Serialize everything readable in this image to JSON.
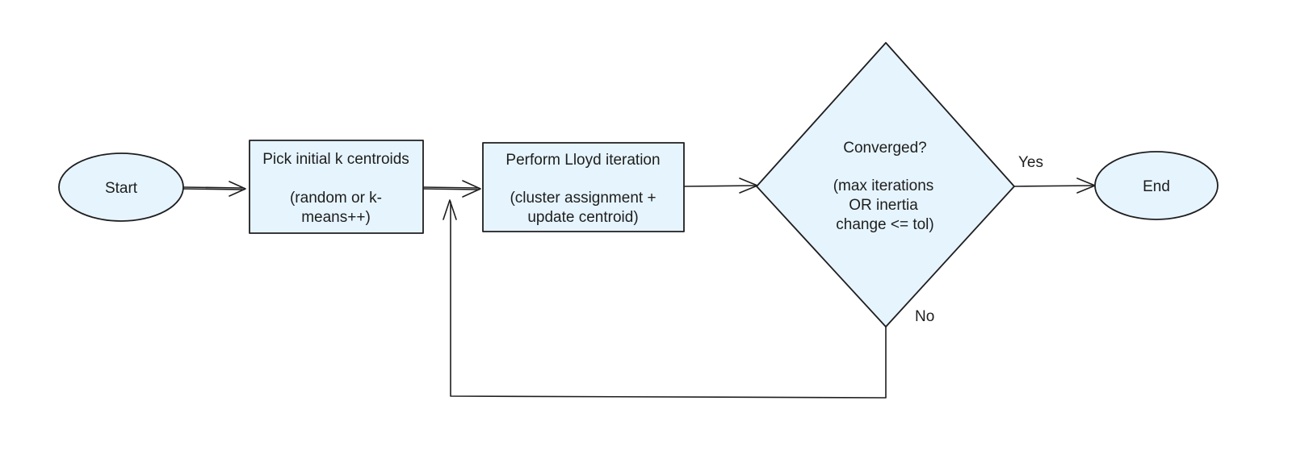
{
  "diagram": {
    "type": "flowchart",
    "nodes": {
      "start": {
        "shape": "ellipse",
        "label": "Start"
      },
      "pick": {
        "shape": "rectangle",
        "line1": "Pick initial k centroids",
        "line2": "(random or k-",
        "line3": "means++)"
      },
      "lloyd": {
        "shape": "rectangle",
        "line1": "Perform Lloyd iteration",
        "line2": "(cluster assignment +",
        "line3": "update centroid)"
      },
      "converged": {
        "shape": "diamond",
        "line1": "Converged?",
        "line2": "(max iterations",
        "line3": "OR inertia",
        "line4": "change <= tol)"
      },
      "end": {
        "shape": "ellipse",
        "label": "End"
      }
    },
    "edges": {
      "start_to_pick": {
        "from": "Start",
        "to": "Pick initial k centroids",
        "label": ""
      },
      "pick_to_lloyd": {
        "from": "Pick initial k centroids",
        "to": "Perform Lloyd iteration",
        "label": ""
      },
      "lloyd_to_converged": {
        "from": "Perform Lloyd iteration",
        "to": "Converged?",
        "label": ""
      },
      "converged_to_end": {
        "from": "Converged?",
        "to": "End",
        "label": "Yes"
      },
      "converged_to_lloyd": {
        "from": "Converged?",
        "to": "Perform Lloyd iteration",
        "label": "No"
      }
    },
    "colors": {
      "node_fill": "#e6f4fd",
      "stroke": "#1e1e1e",
      "background": "#ffffff"
    }
  }
}
